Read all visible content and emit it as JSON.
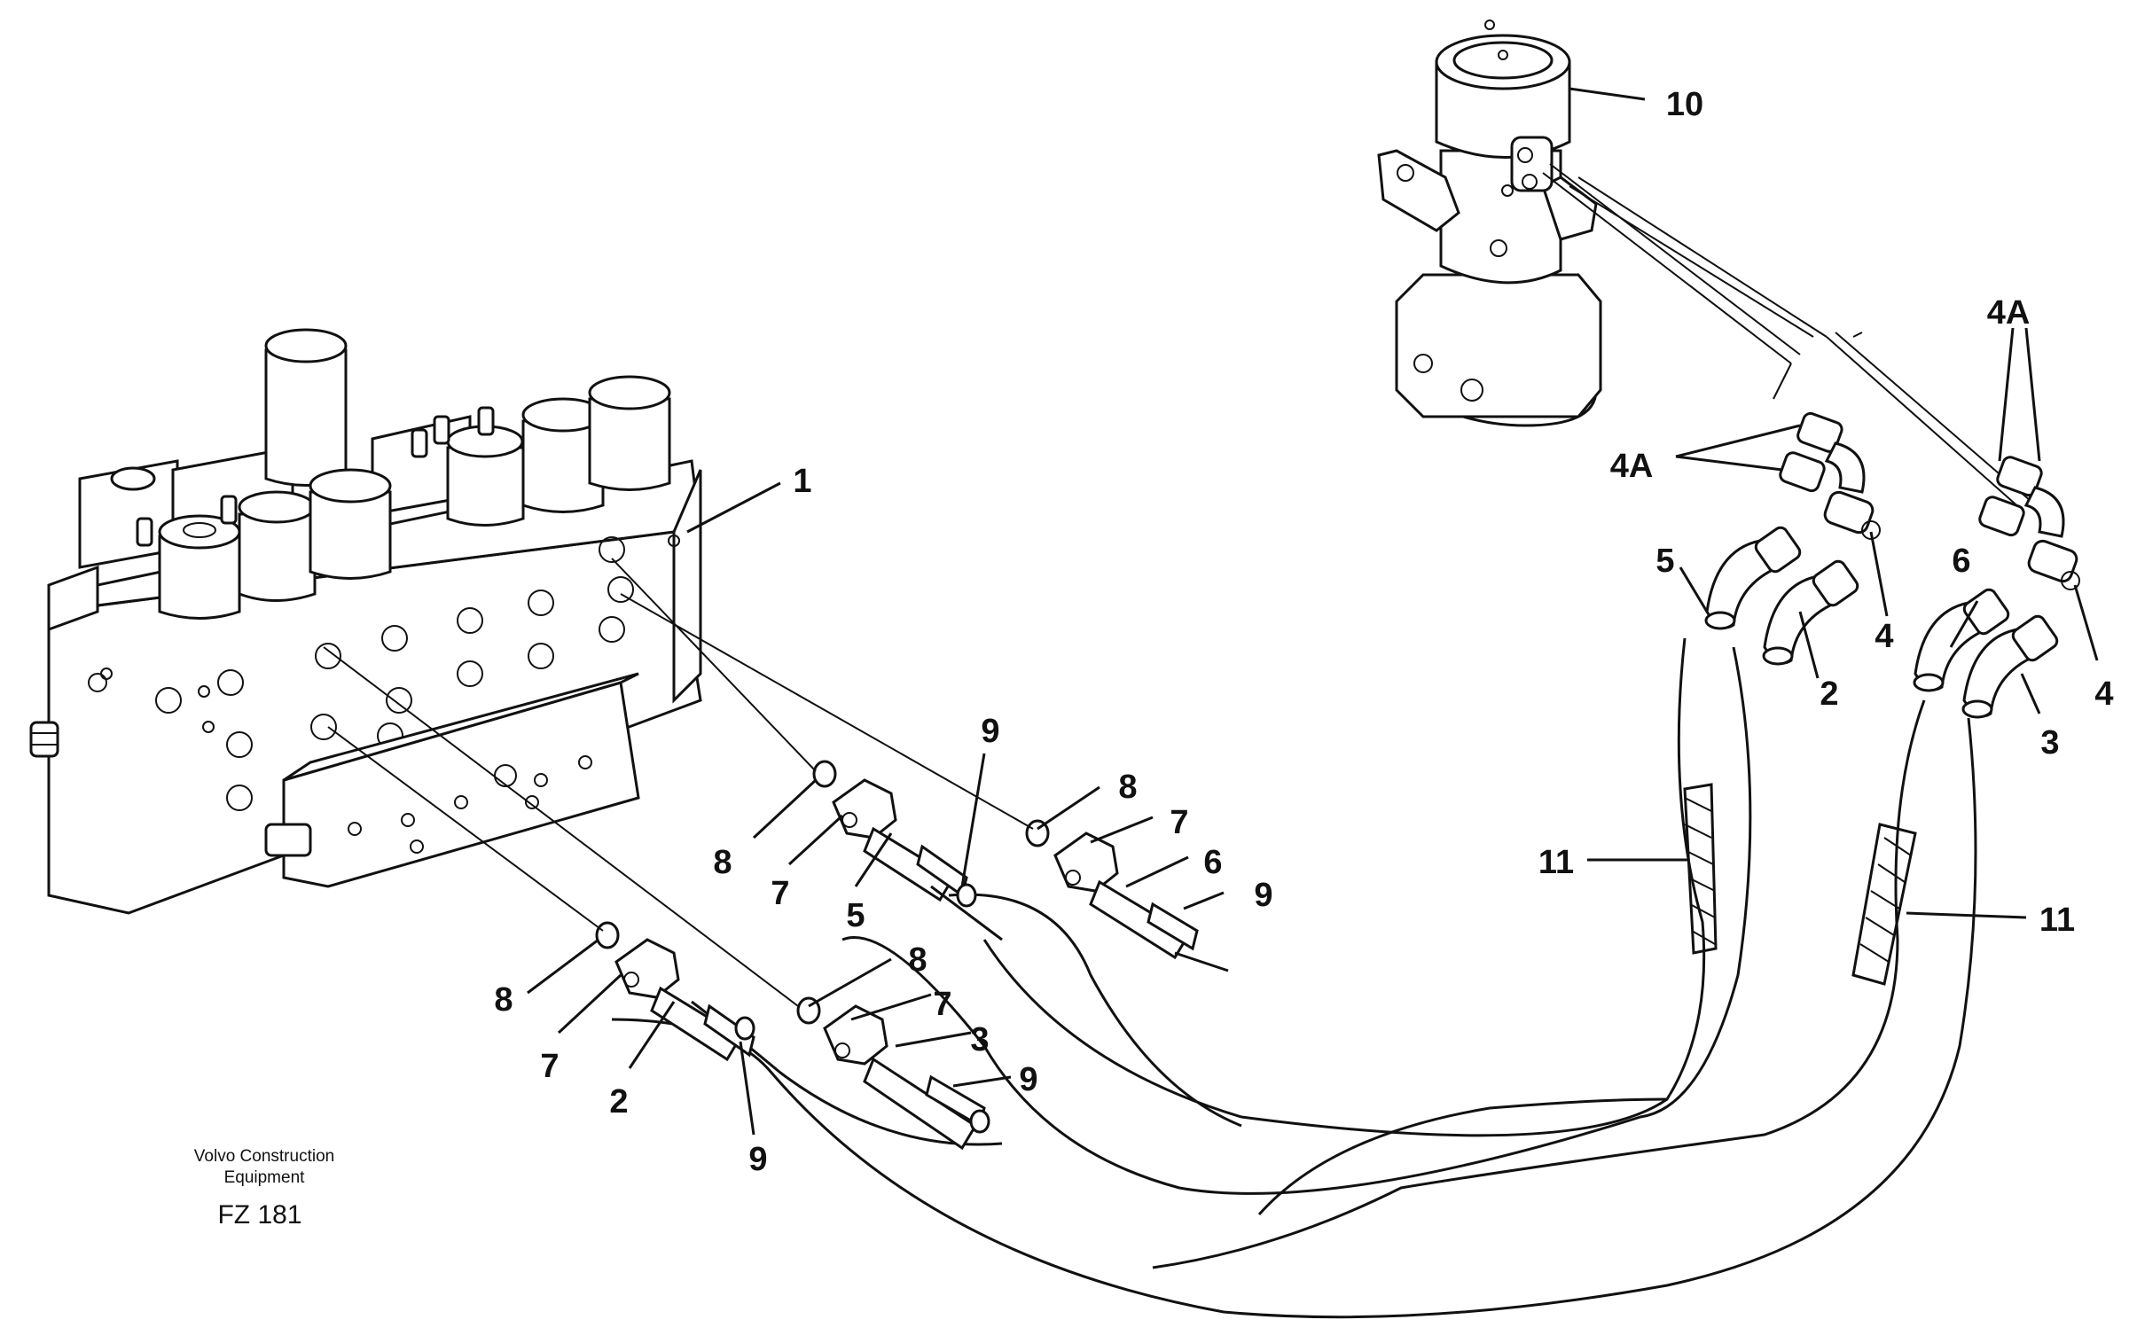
{
  "callouts": {
    "c1": "1",
    "c10": "10",
    "c4a_top": "4A",
    "c4a_left": "4A",
    "c5_right": "5",
    "c2_right": "2",
    "c4_a": "4",
    "c6_right": "6",
    "c3_right": "3",
    "c4_b": "4",
    "c11_left": "11",
    "c11_right": "11",
    "c9_a": "9",
    "c8_a": "8",
    "c7_a": "7",
    "c5_mid": "5",
    "c8_b": "8",
    "c7_b": "7",
    "c6_mid": "6",
    "c9_b": "9",
    "c8_c": "8",
    "c7_c": "7",
    "c2_mid": "2",
    "c9_c": "9",
    "c8_d": "8",
    "c7_d": "7",
    "c3_mid": "3",
    "c9_d": "9"
  },
  "credit": {
    "line1": "Volvo Construction",
    "line2": "Equipment",
    "code": "FZ 181"
  }
}
